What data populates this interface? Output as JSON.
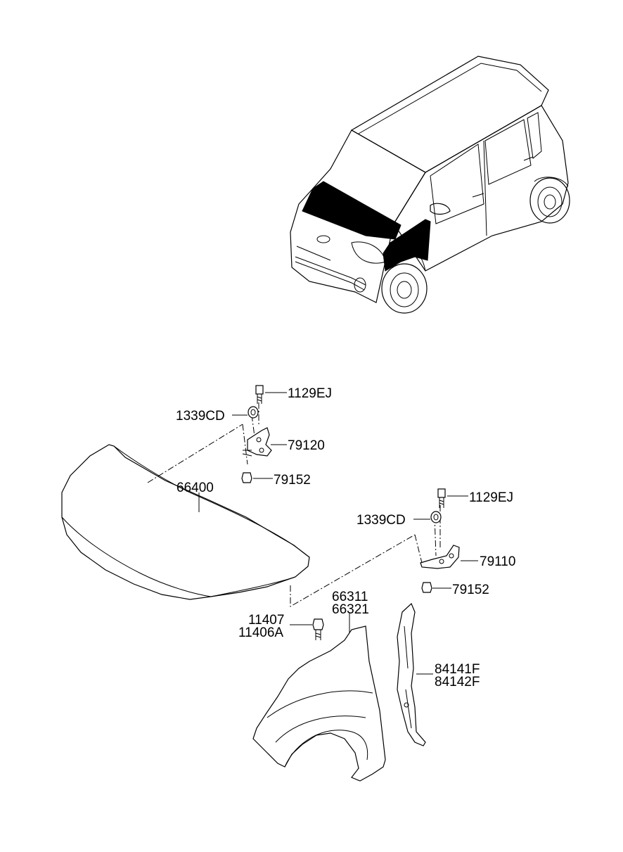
{
  "callouts": {
    "hinge_lh_bolt": "1129EJ",
    "hinge_lh_washer": "1339CD",
    "hinge_lh": "79120",
    "hinge_lh_nut": "79152",
    "hood": "66400",
    "hinge_rh_bolt": "1129EJ",
    "hinge_rh_washer": "1339CD",
    "hinge_rh": "79110",
    "hinge_rh_nut": "79152",
    "fender_lh": "66311",
    "fender_rh": "66321",
    "fender_bolt_a": "11407",
    "fender_bolt_b": "11406A",
    "fender_bracket_lh": "84141F",
    "fender_bracket_rh": "84142F"
  }
}
